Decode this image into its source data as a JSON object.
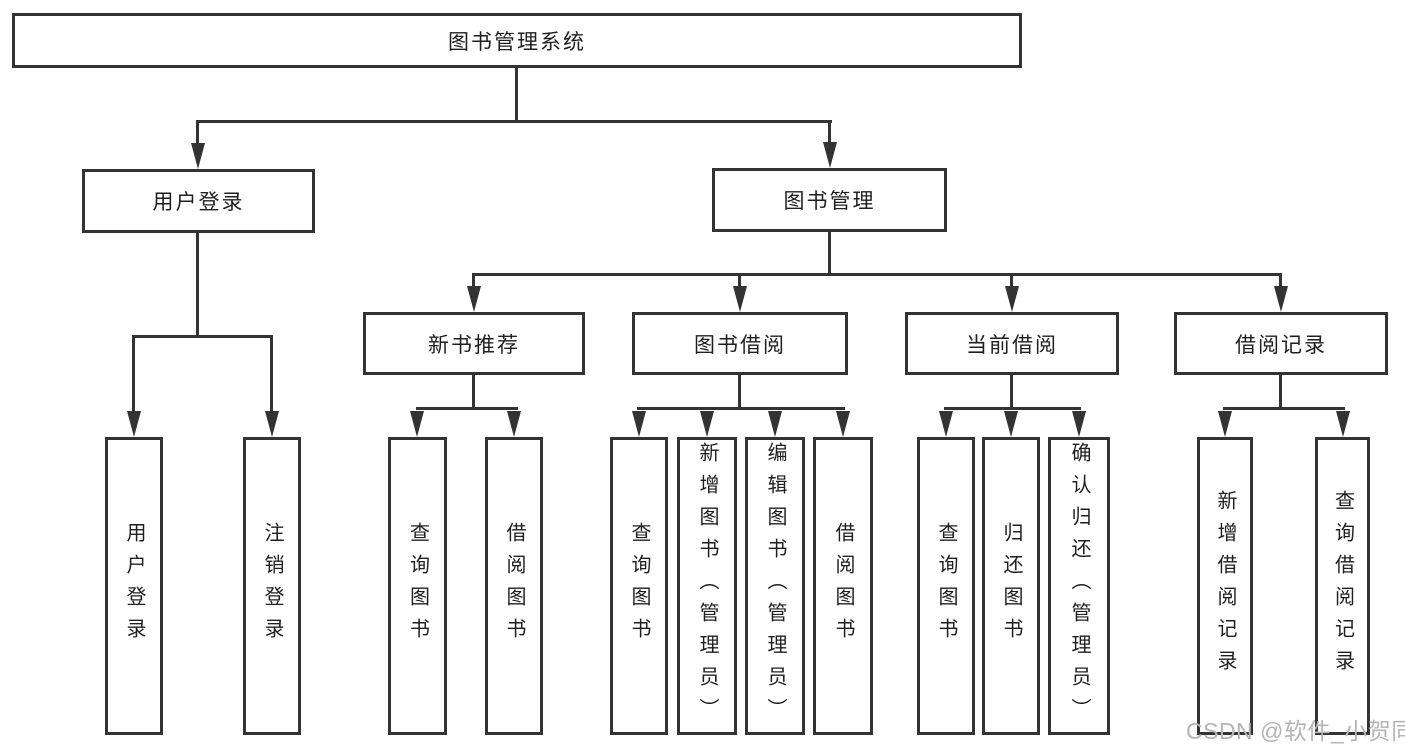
{
  "diagram": {
    "root": {
      "label": "图书管理系统"
    },
    "level2": [
      {
        "label": "用户登录"
      },
      {
        "label": "图书管理"
      }
    ],
    "level3": [
      {
        "label": "新书推荐"
      },
      {
        "label": "图书借阅"
      },
      {
        "label": "当前借阅"
      },
      {
        "label": "借阅记录"
      }
    ],
    "leaves": {
      "user": [
        "用户登录",
        "注销登录"
      ],
      "recommend": [
        "查询图书",
        "借阅图书"
      ],
      "borrow": [
        "查询图书",
        "新增图书（管理员）",
        "编辑图书（管理员）",
        "借阅图书"
      ],
      "current": [
        "查询图书",
        "归还图书",
        "确认归还（管理员）"
      ],
      "records": [
        "新增借阅记录",
        "查询借阅记录"
      ]
    },
    "watermark": "CSDN @软件_小贺同学",
    "colors": {
      "line": "#333333",
      "background": "#ffffff",
      "text": "#1f1f1f",
      "watermark": "#b5b5b5"
    }
  }
}
